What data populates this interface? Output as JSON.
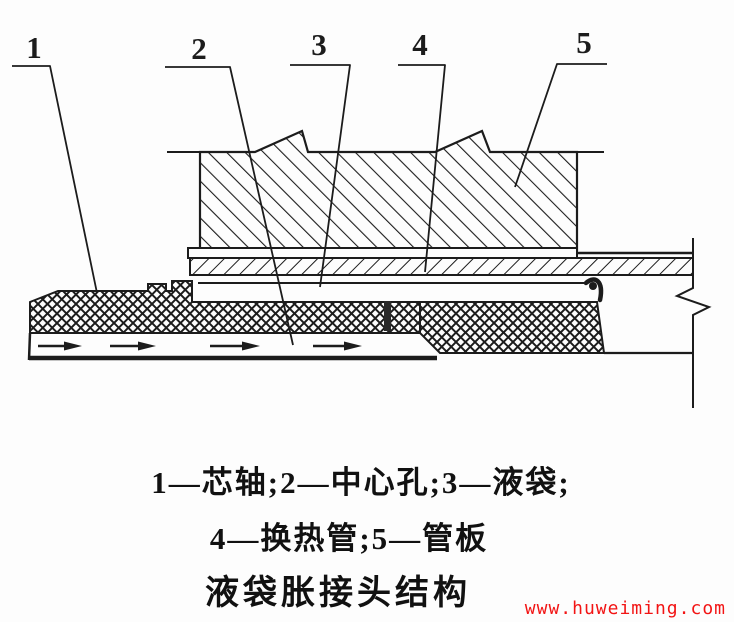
{
  "figure": {
    "background": "#fdfdfd",
    "ink": "#1c1c1c",
    "callouts": [
      {
        "number": "1",
        "refers_to": "芯轴"
      },
      {
        "number": "2",
        "refers_to": "中心孔"
      },
      {
        "number": "3",
        "refers_to": "液袋"
      },
      {
        "number": "4",
        "refers_to": "换热管"
      },
      {
        "number": "5",
        "refers_to": "管板"
      }
    ],
    "legend": {
      "line1": "1—芯轴;2—中心孔;3—液袋;",
      "line2": "4—换热管;5—管板"
    },
    "title": "液袋胀接头结构",
    "watermark": {
      "text": "www.huweiming.com",
      "color": "#f21414"
    }
  }
}
